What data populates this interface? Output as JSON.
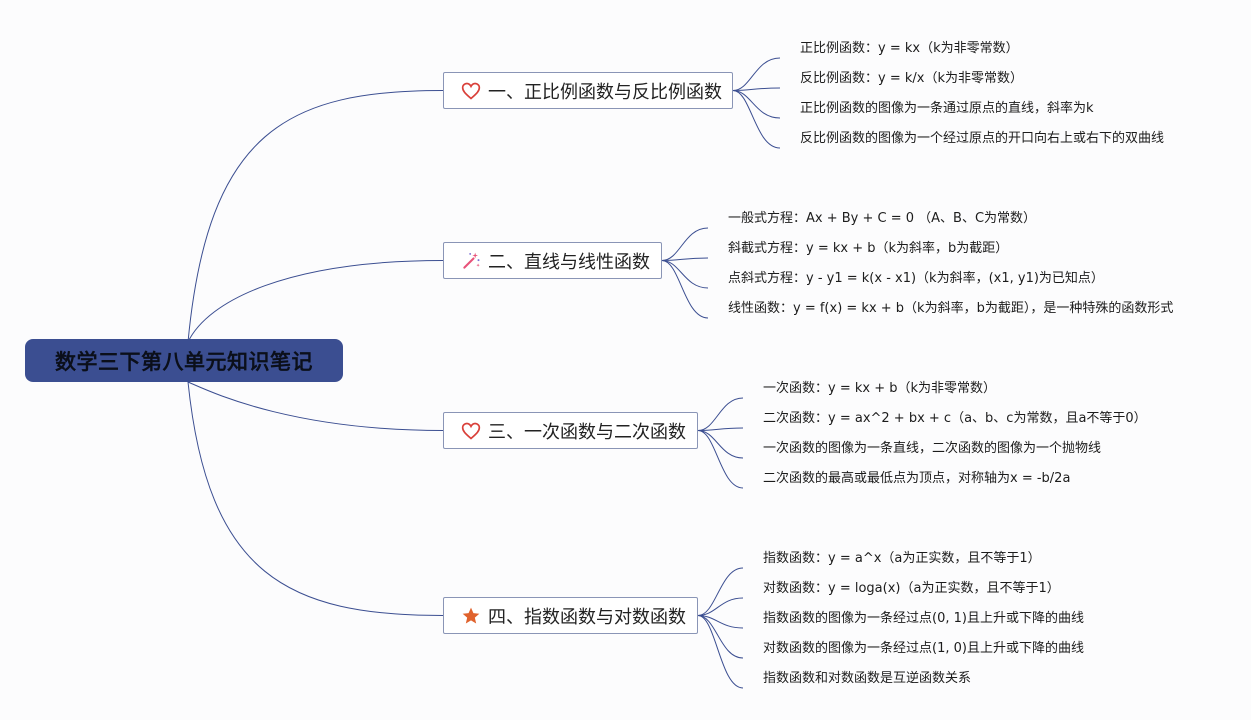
{
  "title": "数学三下第八单元知识笔记",
  "branches": [
    {
      "label": "一、正比例函数与反比例函数",
      "icon": "heart-outline-icon",
      "leaves": [
        "正比例函数：y = kx（k为非零常数）",
        "反比例函数：y = k/x（k为非零常数）",
        "正比例函数的图像为一条通过原点的直线，斜率为k",
        "反比例函数的图像为一个经过原点的开口向右上或右下的双曲线"
      ]
    },
    {
      "label": "二、直线与线性函数",
      "icon": "magic-wand-icon",
      "leaves": [
        "一般式方程：Ax + By + C = 0 （A、B、C为常数）",
        "斜截式方程：y = kx + b（k为斜率，b为截距）",
        "点斜式方程：y - y1 = k(x - x1)（k为斜率，(x1, y1)为已知点）",
        "线性函数：y = f(x) = kx + b（k为斜率，b为截距），是一种特殊的函数形式"
      ]
    },
    {
      "label": "三、一次函数与二次函数",
      "icon": "heart-outline-icon",
      "leaves": [
        "一次函数：y = kx + b（k为非零常数）",
        "二次函数：y = ax^2 + bx + c（a、b、c为常数，且a不等于0）",
        "一次函数的图像为一条直线，二次函数的图像为一个抛物线",
        "二次函数的最高或最低点为顶点，对称轴为x = -b/2a"
      ]
    },
    {
      "label": "四、指数函数与对数函数",
      "icon": "star-icon",
      "leaves": [
        "指数函数：y = a^x（a为正实数，且不等于1）",
        "对数函数：y = loga(x)（a为正实数，且不等于1）",
        "指数函数的图像为一条经过点(0, 1)且上升或下降的曲线",
        "对数函数的图像为一条经过点(1, 0)且上升或下降的曲线",
        "指数函数和对数函数是互逆函数关系"
      ]
    }
  ],
  "colors": {
    "background": "#fcfcfd",
    "root_fill": "#3b4e91",
    "root_text": "#0b0f1a",
    "edge": "#3b4e91",
    "branch_border": "#8a95b6",
    "heart": "#d9403a",
    "star": "#e0622c",
    "wand": "#e8537a"
  }
}
